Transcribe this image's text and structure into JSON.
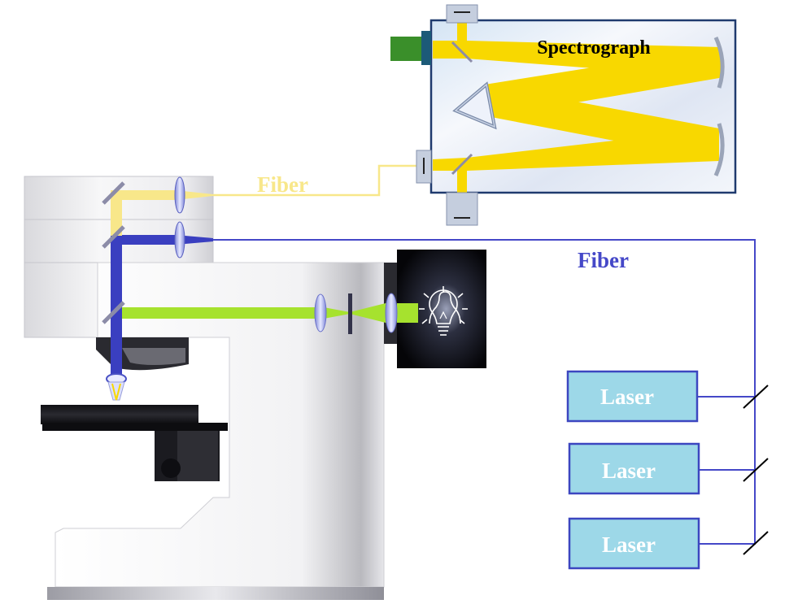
{
  "spectrograph": {
    "label": "Spectrograph"
  },
  "fiber_collection": {
    "label": "Fiber",
    "color": "#F8E78A"
  },
  "fiber_excitation": {
    "label": "Fiber",
    "color": "#4548C8"
  },
  "lasers": [
    {
      "label": "Laser"
    },
    {
      "label": "Laser"
    },
    {
      "label": "Laser"
    }
  ],
  "colors": {
    "beam_yellow": "#F8D800",
    "beam_blue": "#3A3FC0",
    "beam_green": "#A6E22E",
    "laser_box_fill": "#9DD8E8",
    "laser_box_stroke": "#3C46C0",
    "laser_text": "#FFFFFF"
  },
  "icons": [
    "light-bulb-icon",
    "camera-detector-icon",
    "prism-icon"
  ]
}
